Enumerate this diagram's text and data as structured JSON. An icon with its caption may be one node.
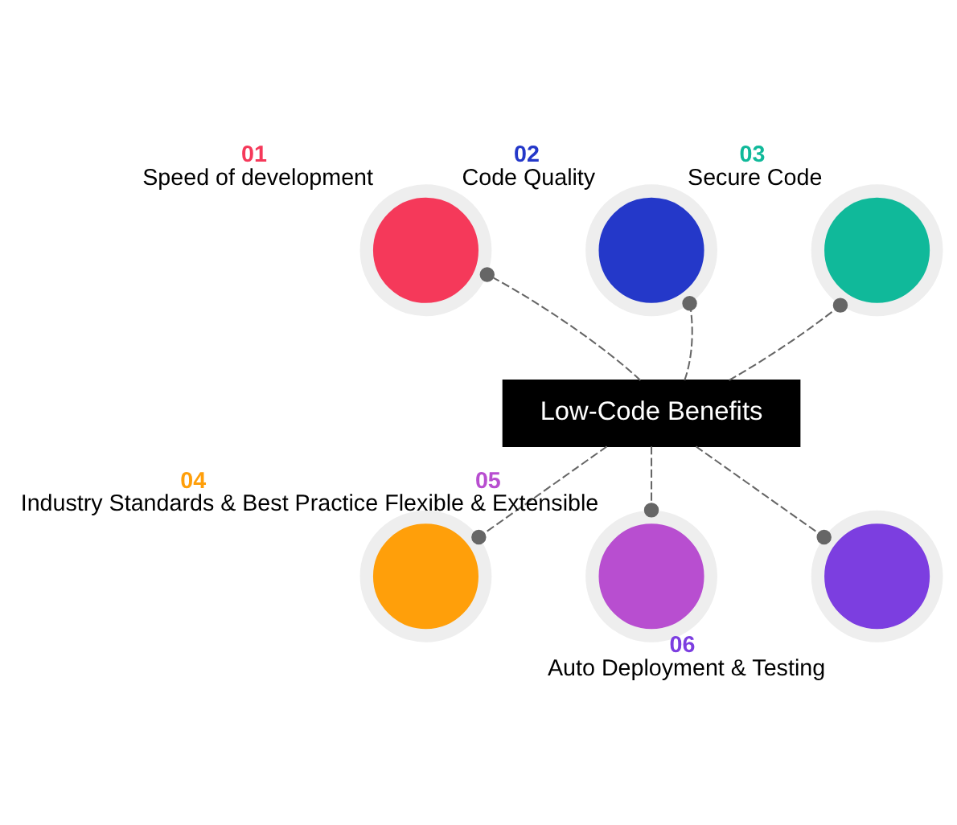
{
  "diagram": {
    "nodes": [
      {
        "text": [],
        "shape": "circle",
        "beside": [
          "01",
          "Speed of development"
        ]
      },
      {
        "text": [],
        "shape": "circle",
        "beside": [
          "02",
          "Code Quality"
        ]
      },
      {
        "text": [],
        "shape": "circle",
        "beside": [
          "03",
          "Secure Code"
        ]
      },
      {
        "text": [
          "Low-Code Benefits"
        ]
      },
      {
        "text": [],
        "shape": "circle",
        "beside": [
          "04",
          "Industry Standards & Best Practice"
        ]
      },
      {
        "text": [],
        "shape": "circle",
        "beside": [
          "05",
          "Flexible & Extensible"
        ]
      },
      {
        "text": [],
        "shape": "circle",
        "beside": [
          "06",
          "Auto Deployment & Testing"
        ]
      }
    ],
    "edges": [
      {
        "from": 3,
        "to": 0,
        "arrow": "other",
        "style": "dashed"
      },
      {
        "from": 3,
        "to": 1,
        "arrow": "other",
        "style": "dashed"
      },
      {
        "from": 3,
        "to": 2,
        "arrow": "other",
        "style": "dashed"
      },
      {
        "from": 3,
        "to": 4,
        "arrow": "other",
        "style": "dashed"
      },
      {
        "from": 3,
        "to": 5,
        "arrow": "other",
        "style": "dashed"
      },
      {
        "from": 3,
        "to": 6,
        "arrow": "other",
        "style": "dashed"
      }
    ]
  }
}
